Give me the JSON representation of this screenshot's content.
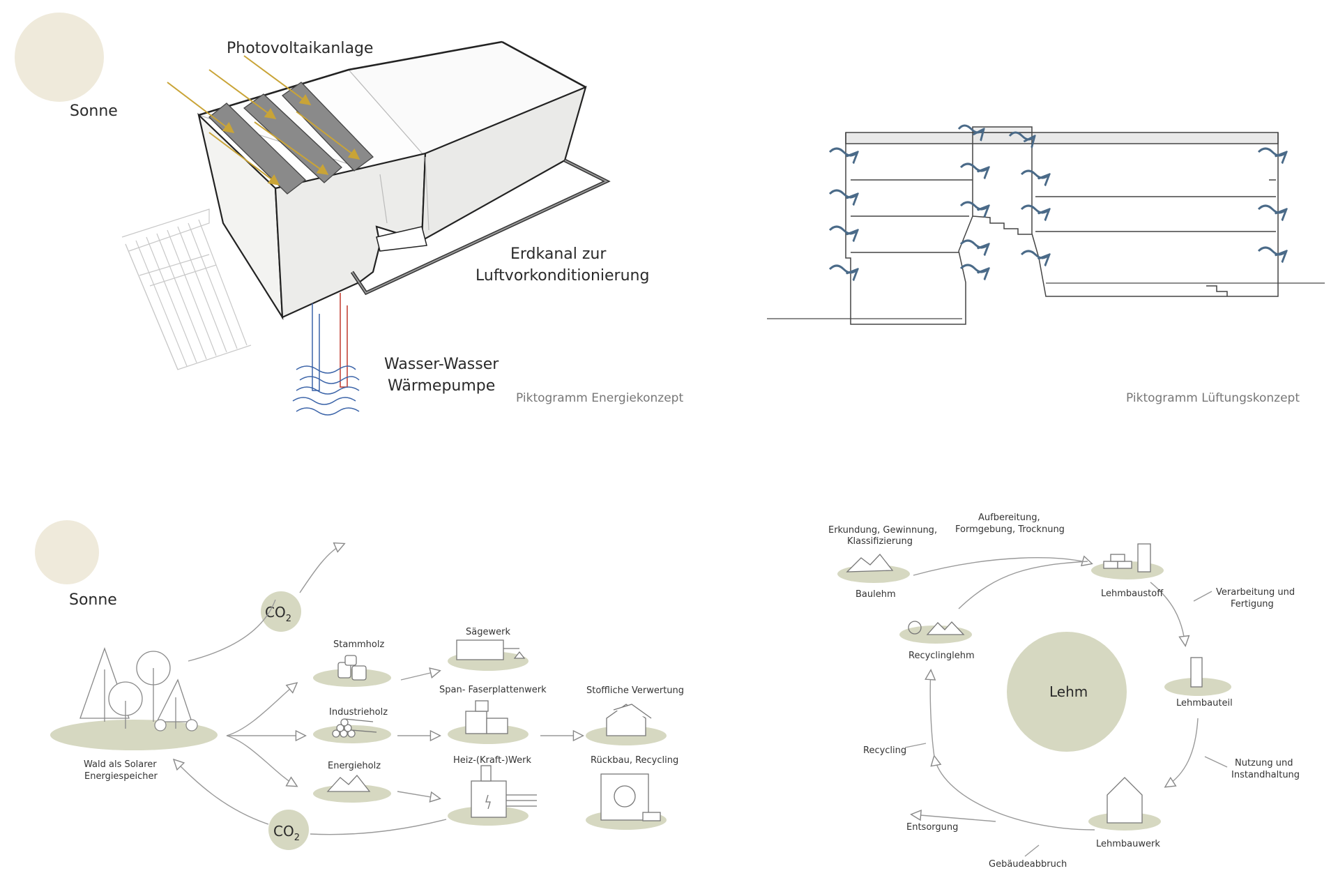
{
  "energy": {
    "sun": "Sonne",
    "pv": "Photovoltaikanlage",
    "duct1": "Erdkanal zur",
    "duct2": "Luftvorkonditionierung",
    "pump1": "Wasser-Wasser",
    "pump2": "Wärmepumpe",
    "caption": "Piktogramm Energiekonzept"
  },
  "ventilation": {
    "caption": "Piktogramm Lüftungskonzept"
  },
  "wood": {
    "sun": "Sonne",
    "co2": "CO",
    "co2_sub": "2",
    "forest1": "Wald als Solarer",
    "forest2": "Energiespeicher",
    "stammholz": "Stammholz",
    "industrieholz": "Industrieholz",
    "energieholz": "Energieholz",
    "saegewerk": "Sägewerk",
    "span": "Span- Faserplattenwerk",
    "heiz": "Heiz-(Kraft-)Werk",
    "stofflich": "Stoffliche Verwertung",
    "rueckbau": "Rückbau, Recycling"
  },
  "clay": {
    "center": "Lehm",
    "erkundung1": "Erkundung, Gewinnung,",
    "erkundung2": "Klassifizierung",
    "aufbereitung1": "Aufbereitung,",
    "aufbereitung2": "Formgebung, Trocknung",
    "baulehm": "Baulehm",
    "lehmbaustoff": "Lehmbaustoff",
    "verarbeitung1": "Verarbeitung und",
    "verarbeitung2": "Fertigung",
    "recyclinglehm": "Recyclinglehm",
    "lehmbauteil": "Lehmbauteil",
    "recycling": "Recycling",
    "nutzung1": "Nutzung und",
    "nutzung2": "Instandhaltung",
    "entsorgung": "Entsorgung",
    "lehmbauwerk": "Lehmbauwerk",
    "abbruch": "Gebäudeabbruch"
  }
}
